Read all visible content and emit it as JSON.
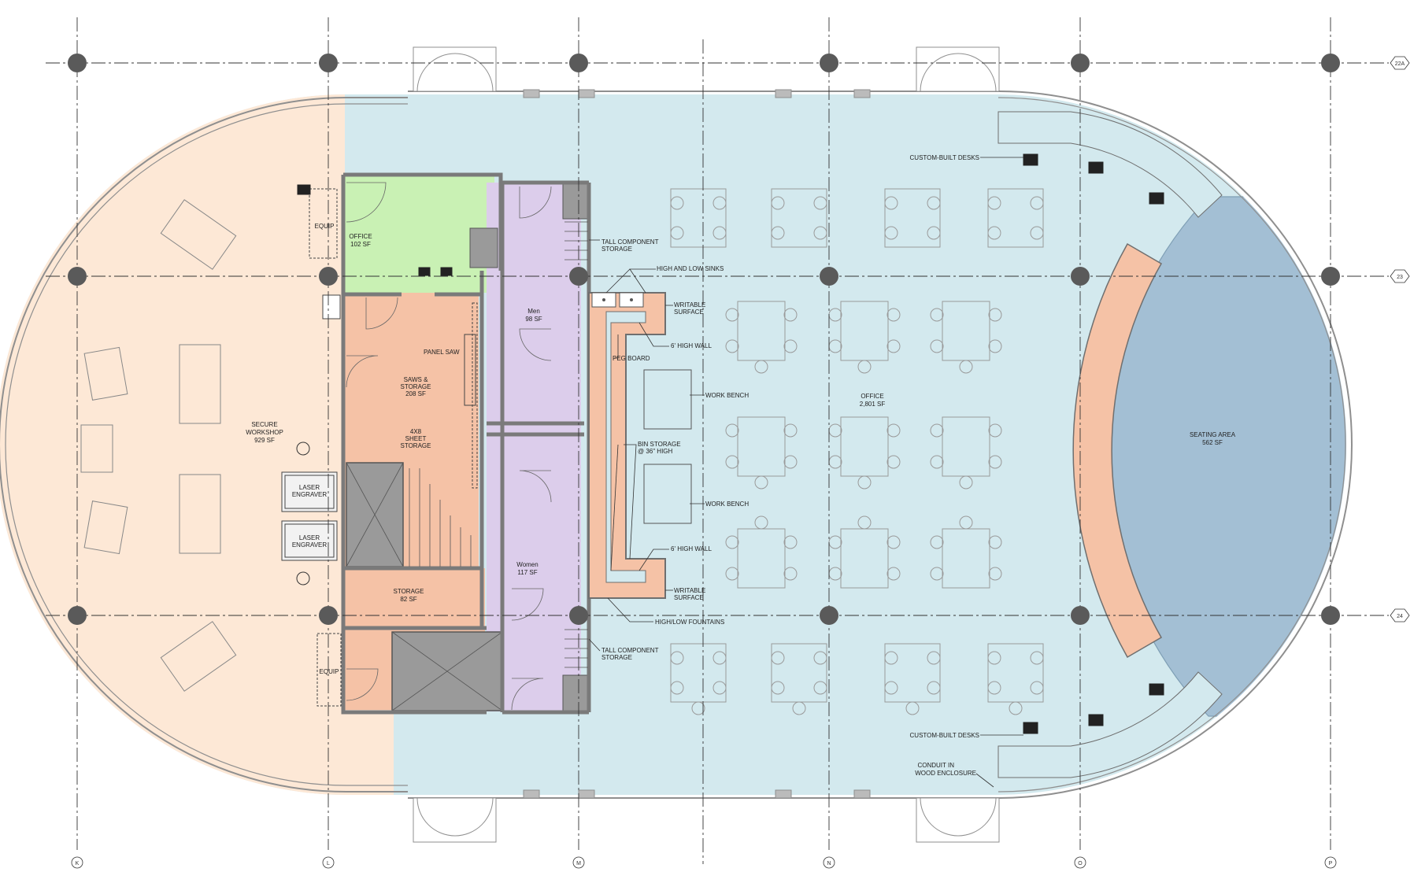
{
  "grid": {
    "columns": [
      "K",
      "L",
      "M",
      "N",
      "O",
      "P"
    ],
    "rows": [
      "22A",
      "23",
      "24"
    ]
  },
  "rooms": {
    "secure_workshop": {
      "name": "SECURE\nWORKSHOP",
      "area": "929 SF"
    },
    "office_small": {
      "name": "OFFICE",
      "area": "102 SF"
    },
    "saws_storage": {
      "name": "SAWS &\nSTORAGE",
      "area": "208 SF"
    },
    "sheet_storage": {
      "name": "4X8\nSHEET\nSTORAGE"
    },
    "storage": {
      "name": "STORAGE",
      "area": "82 SF"
    },
    "men": {
      "name": "Men",
      "area": "98 SF"
    },
    "women": {
      "name": "Women",
      "area": "117 SF"
    },
    "office_main": {
      "name": "OFFICE",
      "area": "2,801 SF"
    },
    "seating_area": {
      "name": "SEATING AREA",
      "area": "562 SF"
    }
  },
  "labels": {
    "equip_top": "EQUIP",
    "equip_bottom": "EQUIP",
    "panel_saw": "PANEL SAW",
    "laser_1": "LASER\nENGRAVER",
    "laser_2": "LASER\nENGRAVER",
    "tall_storage_top": "TALL COMPONENT\nSTORAGE",
    "tall_storage_bottom": "TALL COMPONENT\nSTORAGE",
    "sinks": "HIGH AND LOW SINKS",
    "writable_top": "WRITABLE\nSURFACE",
    "wall_top": "6' HIGH WALL",
    "peg_board": "PEG BOARD",
    "work_bench_1": "WORK BENCH",
    "bin_storage": "BIN STORAGE\n@ 36\" HIGH",
    "work_bench_2": "WORK BENCH",
    "wall_bottom": "6' HIGH WALL",
    "writable_bottom": "WRITABLE\nSURFACE",
    "fountains": "HIGH/LOW FOUNTAINS",
    "desks_top": "CUSTOM-BUILT DESKS",
    "desks_bottom": "CUSTOM-BUILT DESKS",
    "conduit": "CONDUIT IN\nWOOD ENCLOSURE"
  },
  "colors": {
    "office_blue": "#d3e9ee",
    "workshop_peach": "#fde8d6",
    "salmon": "#f5c2a6",
    "lavender": "#dccdeb",
    "office_green": "#c9f1b4",
    "seating_blue": "#a3bfd4",
    "wall_gray": "#8f8f8f",
    "grid_bubble": "#5a5a5a"
  }
}
